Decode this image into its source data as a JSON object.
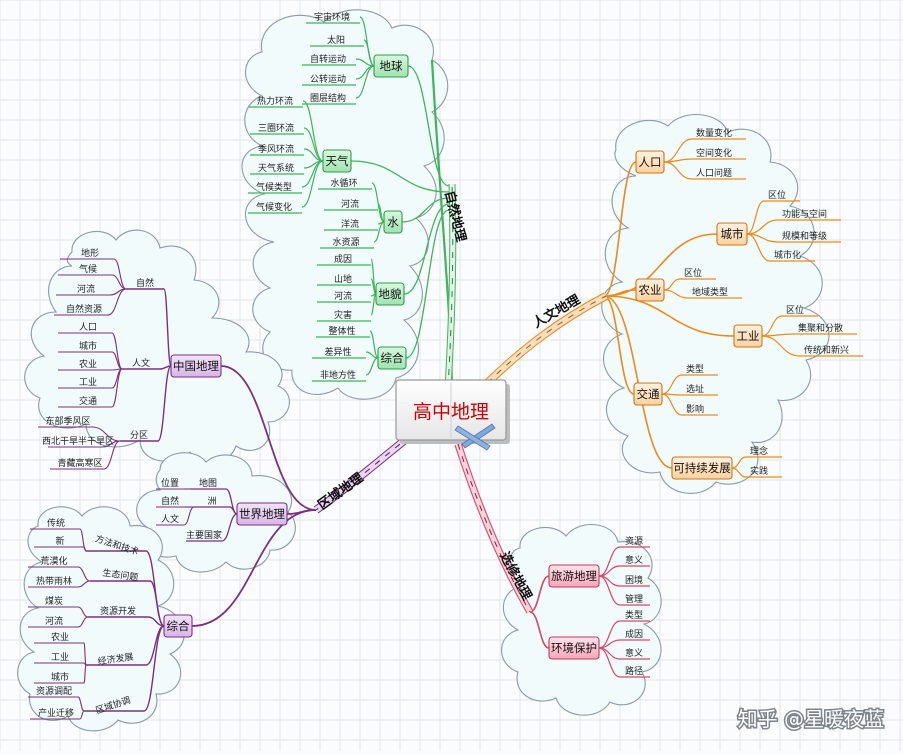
{
  "center": {
    "title": "高中地理"
  },
  "branches": {
    "natural": {
      "label": "自然地理",
      "color": "#3bb75a"
    },
    "human": {
      "label": "人文地理",
      "color": "#ef8a17"
    },
    "regional": {
      "label": "区域地理",
      "color": "#7a2f86"
    },
    "elective": {
      "label": "选修地理",
      "color": "#d9466a"
    }
  },
  "natural": [
    {
      "label": "地球",
      "items": [
        "宇宙环境",
        "太阳",
        "自转运动",
        "公转运动",
        "圈层结构"
      ]
    },
    {
      "label": "天气",
      "items": [
        "热力环流",
        "三圈环流",
        "季风环流",
        "天气系统",
        "气候类型",
        "气候变化"
      ]
    },
    {
      "label": "水",
      "items": [
        "水循环",
        "河流",
        "洋流",
        "水资源"
      ]
    },
    {
      "label": "地貌",
      "items": [
        "成因",
        "山地",
        "河流",
        "灾害"
      ]
    },
    {
      "label": "综合",
      "items": [
        "整体性",
        "差异性",
        "非地方性"
      ]
    }
  ],
  "human": [
    {
      "label": "人口",
      "items": [
        "数量变化",
        "空间变化",
        "人口问题"
      ]
    },
    {
      "label": "城市",
      "items": [
        "区位",
        "功能与空间",
        "规模和等级",
        "城市化"
      ]
    },
    {
      "label": "农业",
      "items": [
        "区位",
        "地域类型"
      ]
    },
    {
      "label": "工业",
      "items": [
        "区位",
        "集聚和分散",
        "传统和新兴"
      ]
    },
    {
      "label": "交通",
      "items": [
        "类型",
        "选址",
        "影响"
      ]
    },
    {
      "label": "可持续发展",
      "items": [
        "理念",
        "实践"
      ]
    }
  ],
  "regional": {
    "china": {
      "label": "中国地理",
      "groups": [
        {
          "label": "自然",
          "items": [
            "地形",
            "气候",
            "河流",
            "自然资源"
          ]
        },
        {
          "label": "人文",
          "items": [
            "人口",
            "城市",
            "农业",
            "工业",
            "交通"
          ]
        },
        {
          "label": "分区",
          "items": [
            "东部季风区",
            "西北干旱半干旱区",
            "青藏高寒区"
          ]
        }
      ]
    },
    "world": {
      "label": "世界地理",
      "groups": [
        {
          "label": "地图",
          "items": [
            "位置"
          ]
        },
        {
          "label": "洲",
          "items": [
            "自然",
            "人文"
          ]
        },
        {
          "label": "主要国家",
          "items": []
        }
      ]
    },
    "synthesis": {
      "label": "综合",
      "groups": [
        {
          "label": "方法和技术",
          "items": [
            "传统",
            "新"
          ]
        },
        {
          "label": "生态问题",
          "items": [
            "荒漠化",
            "热带雨林"
          ]
        },
        {
          "label": "资源开发",
          "items": [
            "煤炭",
            "河流"
          ]
        },
        {
          "label": "经济发展",
          "items": [
            "农业",
            "工业",
            "城市"
          ]
        },
        {
          "label": "区域协调",
          "items": [
            "资源调配",
            "产业迁移"
          ]
        }
      ]
    }
  },
  "elective": [
    {
      "label": "旅游地理",
      "items": [
        "资源",
        "意义",
        "困境",
        "管理"
      ]
    },
    {
      "label": "环境保护",
      "items": [
        "类型",
        "成因",
        "意义",
        "路径"
      ]
    }
  ],
  "watermark": "知乎 @星暖夜蓝"
}
